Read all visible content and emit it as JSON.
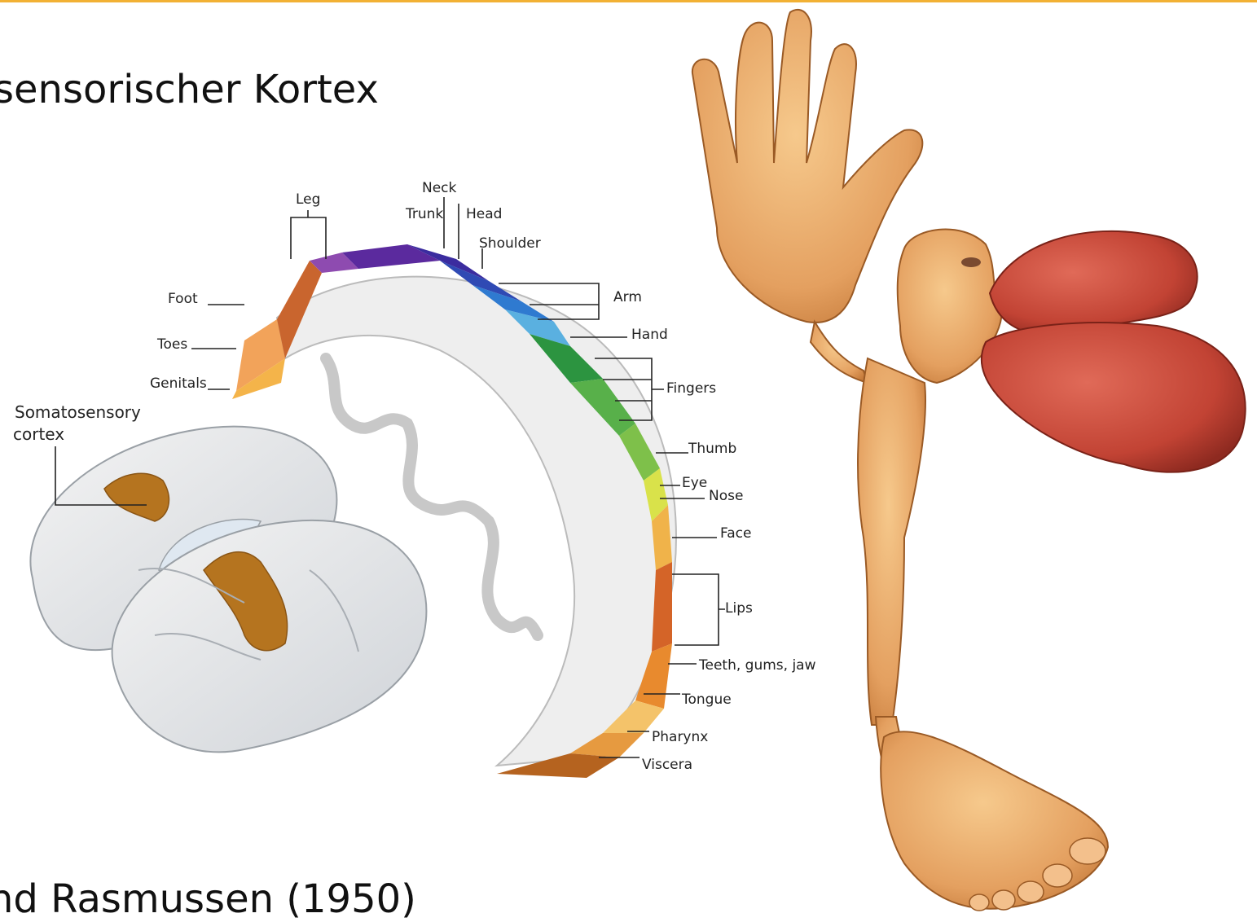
{
  "slide": {
    "title": "sensorischer Kortex",
    "footer": "nd Rasmussen (1950)",
    "accent_color": "#f2b134"
  },
  "diagram": {
    "region_label": "Somatosensory cortex",
    "region_label_lines": [
      "Somatosensory",
      "cortex"
    ],
    "labels": {
      "leg": "Leg",
      "neck": "Neck",
      "trunk": "Trunk",
      "head": "Head",
      "shoulder": "Shoulder",
      "foot": "Foot",
      "arm": "Arm",
      "toes": "Toes",
      "hand": "Hand",
      "genitals": "Genitals",
      "fingers": "Fingers",
      "thumb": "Thumb",
      "eye": "Eye",
      "nose": "Nose",
      "face": "Face",
      "lips": "Lips",
      "teeth": "Teeth, gums, jaw",
      "tongue": "Tongue",
      "pharynx": "Pharynx",
      "viscera": "Viscera"
    },
    "homunculus_icon": "sensory-homunculus-figure",
    "brain_icon": "brain-hemisphere-figure"
  }
}
